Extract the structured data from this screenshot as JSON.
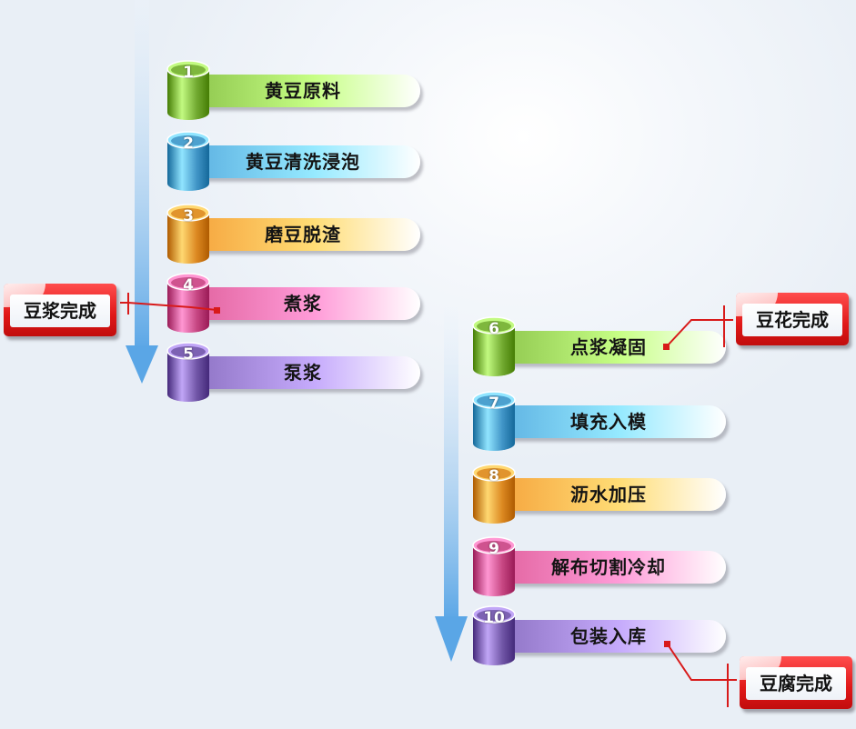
{
  "steps": [
    {
      "num": "1",
      "label": "黄豆原料",
      "color": "#8bc34a"
    },
    {
      "num": "2",
      "label": "黄豆清洗浸泡",
      "color": "#5aaee0"
    },
    {
      "num": "3",
      "label": "磨豆脱渣",
      "color": "#f5a13a"
    },
    {
      "num": "4",
      "label": "煮浆",
      "color": "#e0609c"
    },
    {
      "num": "5",
      "label": "泵浆",
      "color": "#8a6fc0"
    },
    {
      "num": "6",
      "label": "点浆凝固",
      "color": "#8bc34a"
    },
    {
      "num": "7",
      "label": "填充入模",
      "color": "#5aaee0"
    },
    {
      "num": "8",
      "label": "沥水加压",
      "color": "#f5a13a"
    },
    {
      "num": "9",
      "label": "解布切割冷却",
      "color": "#e0609c"
    },
    {
      "num": "10",
      "label": "包装入库",
      "color": "#8a6fc0"
    }
  ],
  "milestones": {
    "soymilk": "豆浆完成",
    "douhua": "豆花完成",
    "tofu": "豆腐完成"
  },
  "accent_red": "#e01818"
}
